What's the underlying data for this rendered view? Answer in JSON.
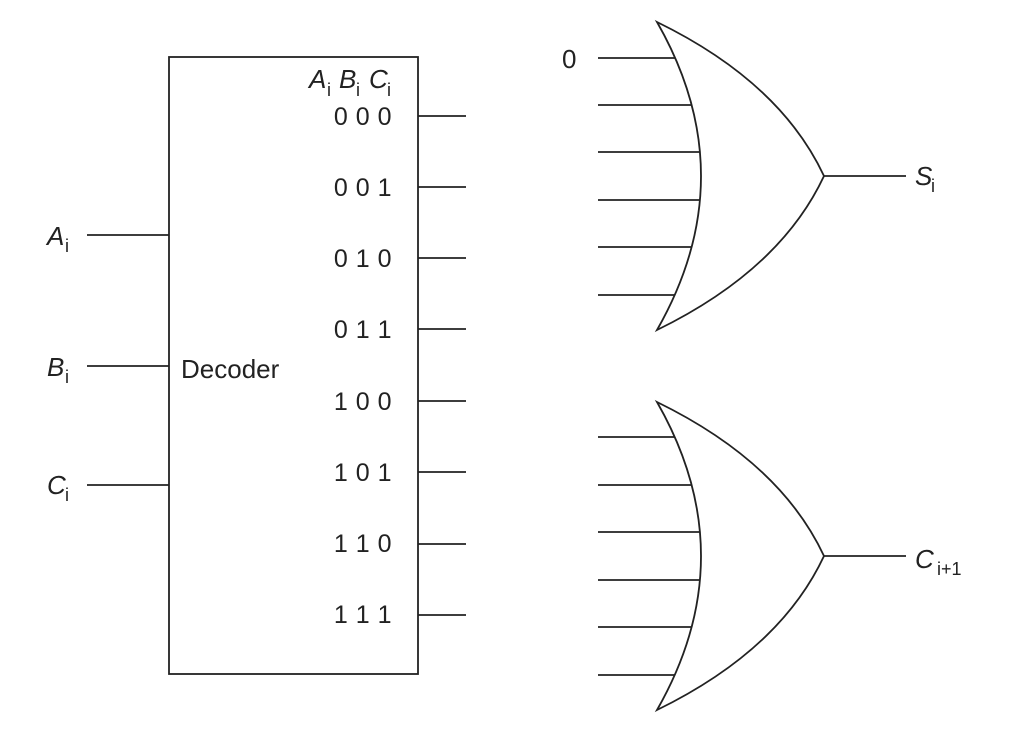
{
  "decoder": {
    "label": "Decoder",
    "header": {
      "a": "A",
      "a_sub": "i",
      "b": "B",
      "b_sub": "i",
      "c": "C",
      "c_sub": "i"
    },
    "outputs": [
      "0 0 0",
      "0 0 1",
      "0 1 0",
      "0 1 1",
      "1 0 0",
      "1 0 1",
      "1 1 0",
      "1 1 1"
    ]
  },
  "inputs": {
    "a": {
      "letter": "A",
      "sub": "i"
    },
    "b": {
      "letter": "B",
      "sub": "i"
    },
    "c": {
      "letter": "C",
      "sub": "i"
    }
  },
  "sum_gate": {
    "first_input_label": "0",
    "output": {
      "letter": "S",
      "sub": "i"
    }
  },
  "carry_gate": {
    "output": {
      "letter": "C",
      "sub": "i+1"
    }
  }
}
